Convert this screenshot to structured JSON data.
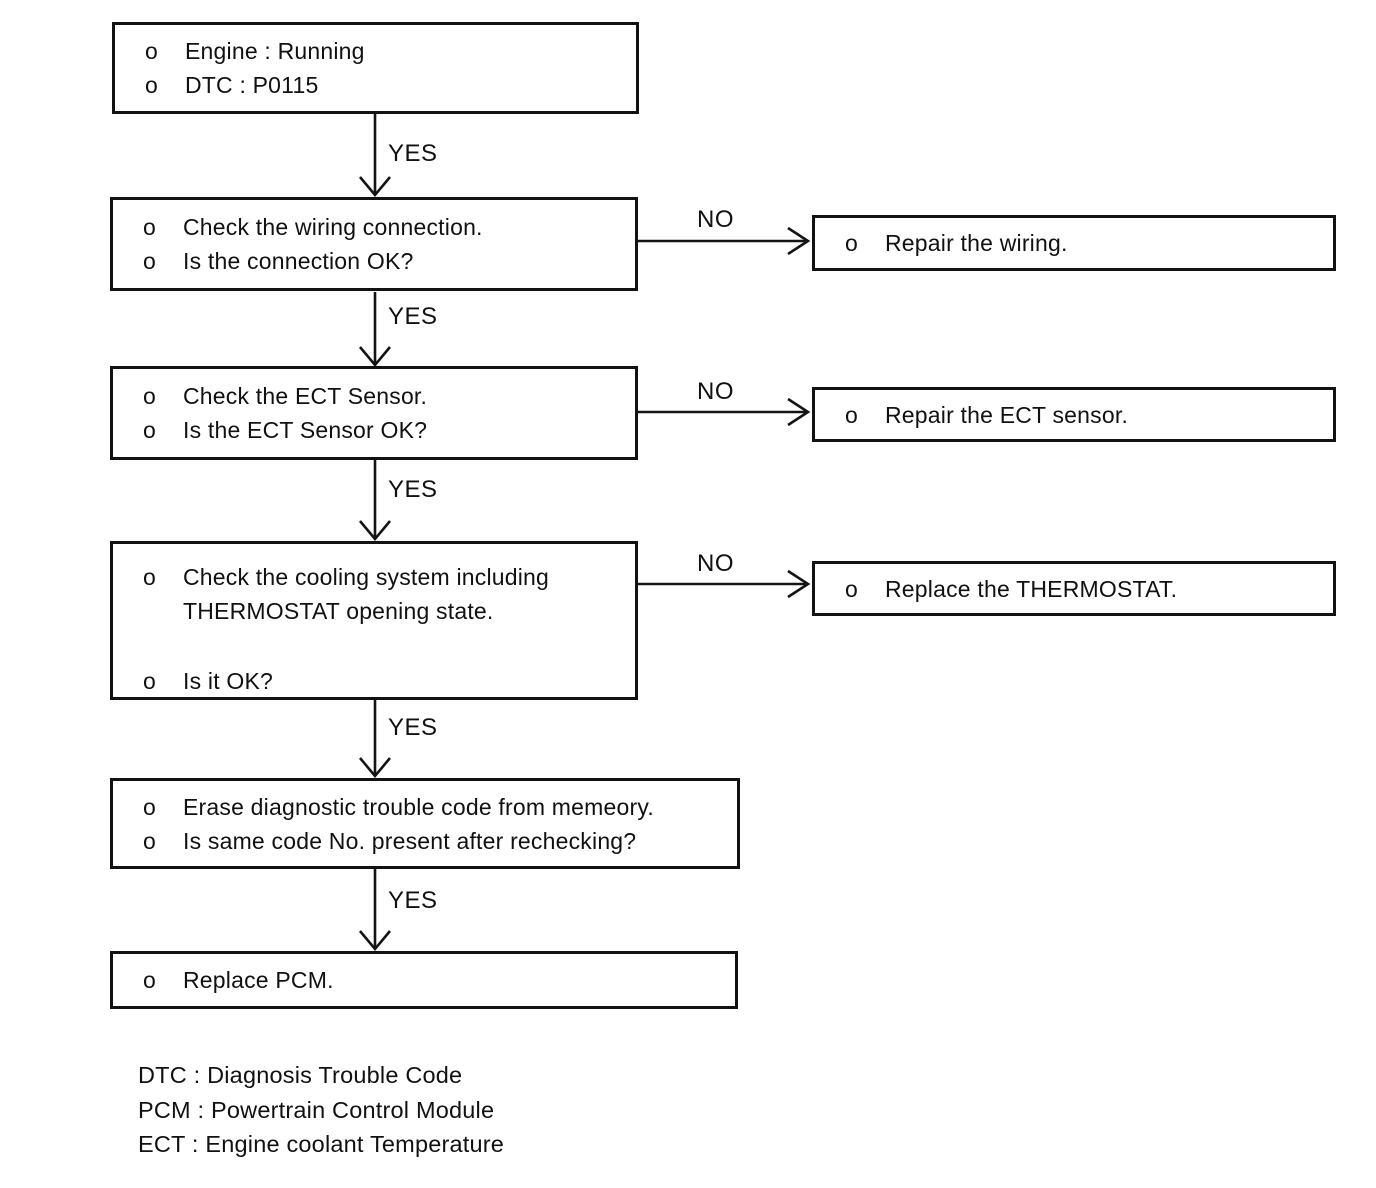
{
  "bullet": "o",
  "labels": {
    "yes": "YES",
    "no": "NO"
  },
  "nodes": {
    "start": {
      "items": [
        "Engine : Running",
        "DTC : P0115"
      ]
    },
    "check_wiring": {
      "items": [
        "Check the wiring connection.",
        "Is the connection OK?"
      ]
    },
    "repair_wiring": {
      "items": [
        "Repair the wiring."
      ]
    },
    "check_ect_sensor": {
      "items": [
        "Check the ECT Sensor.",
        "Is the ECT Sensor OK?"
      ]
    },
    "repair_ect_sensor": {
      "items": [
        "Repair the ECT sensor."
      ]
    },
    "check_cooling_system": {
      "items": [
        "Check the cooling system including THERMOSTAT opening state.",
        "Is it OK?"
      ]
    },
    "replace_thermostat": {
      "items": [
        "Replace the THERMOSTAT."
      ]
    },
    "erase_dtc": {
      "items": [
        "Erase diagnostic trouble code from memeory.",
        "Is same code No. present after rechecking?"
      ]
    },
    "replace_pcm": {
      "items": [
        "Replace PCM."
      ]
    }
  },
  "legend": [
    "DTC : Diagnosis Trouble Code",
    "PCM : Powertrain Control Module",
    "ECT : Engine coolant Temperature"
  ]
}
